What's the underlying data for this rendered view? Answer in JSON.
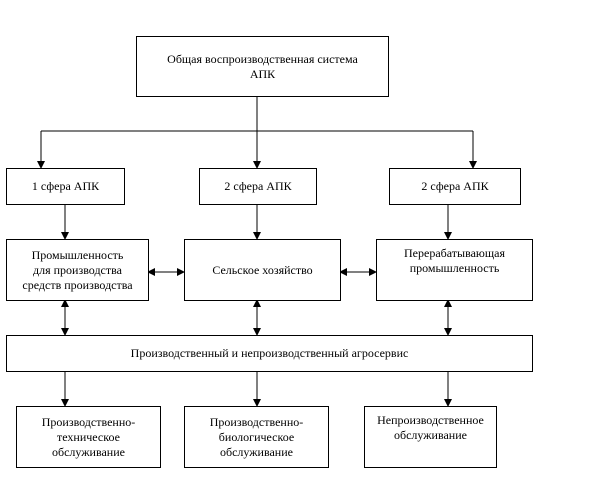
{
  "top": {
    "label": "Общая воспроизводственная система\nАПК"
  },
  "spheres": [
    {
      "label": "1 сфера АПК"
    },
    {
      "label": "2 сфера АПК"
    },
    {
      "label": "2 сфера АПК"
    }
  ],
  "branches": [
    {
      "label": "Промышленность\nдля производства\nсредств производства"
    },
    {
      "label": "Сельское хозяйство"
    },
    {
      "label": "Перерабатывающая\nпромышленность"
    }
  ],
  "service_bar": {
    "label": "Производственный и непроизводственный агросервис"
  },
  "services": [
    {
      "label": "Производственно-\nтехническое\nобслуживание"
    },
    {
      "label": "Производственно-\nбиологическое\nобслуживание"
    },
    {
      "label": "Непроизводственное\nобслуживание"
    }
  ]
}
